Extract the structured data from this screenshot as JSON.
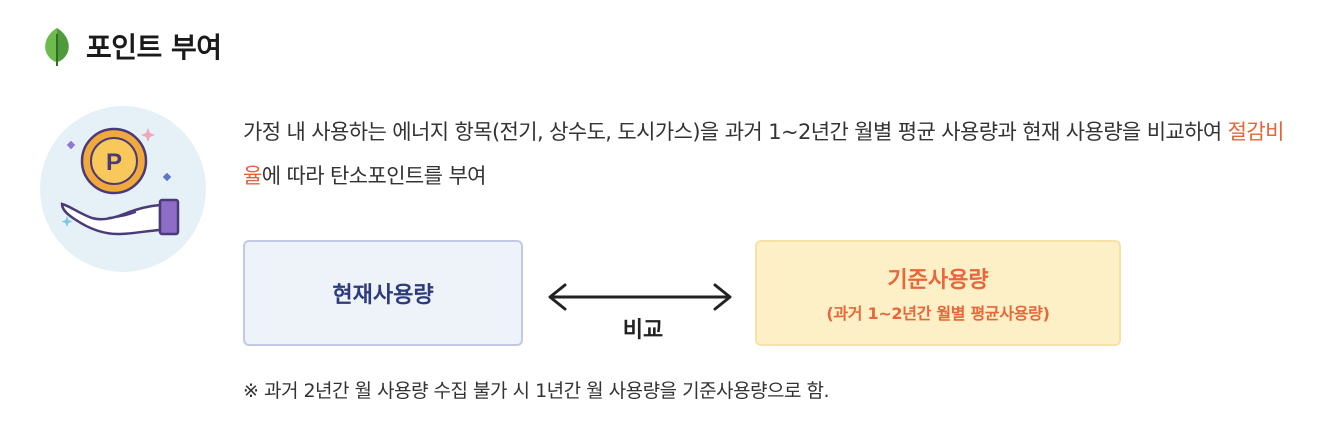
{
  "section": {
    "title": "포인트 부여",
    "icon": "leaf-icon"
  },
  "illustration": {
    "icon": "coin-hand-icon",
    "coin_symbol": "P"
  },
  "description": {
    "part1": "가정 내 사용하는 에너지 항목(전기, 상수도, 도시가스)을 과거 1~2년간 월별 평균 사용량과 현재 사용량을 비교하여 ",
    "highlight": "절감비율",
    "part2": "에 따라 탄소포인트를 부여"
  },
  "comparison": {
    "current_label": "현재사용량",
    "compare_label": "비교",
    "baseline_label": "기준사용량",
    "baseline_sub": "(과거 1~2년간 월별 평균사용량)"
  },
  "note": "※ 과거 2년간 월 사용량 수집 불가 시 1년간 월 사용량을 기준사용량으로 함.",
  "colors": {
    "highlight": "#e0663a",
    "current_box_bg": "#eef2f9",
    "current_box_text": "#2d3b7c",
    "baseline_box_bg": "#fdf0c6",
    "baseline_box_text": "#e8673a",
    "leaf_green": "#4e9a3c"
  }
}
